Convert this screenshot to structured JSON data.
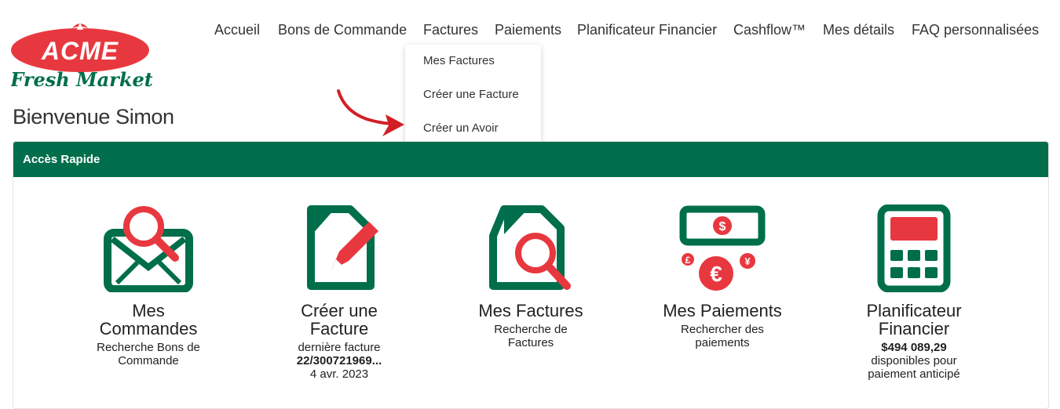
{
  "brand": {
    "logo_text_top": "ACME",
    "logo_text_bottom": "Fresh Market",
    "colors": {
      "red": "#e8383f",
      "green": "#006e4b"
    }
  },
  "nav": {
    "items": [
      "Accueil",
      "Bons de Commande",
      "Factures",
      "Paiements",
      "Planificateur Financier",
      "Cashflow™",
      "Mes détails",
      "FAQ personnalisées"
    ]
  },
  "dropdown": {
    "items": [
      "Mes Factures",
      "Créer une Facture",
      "Créer un Avoir"
    ]
  },
  "welcome": "Bienvenue Simon",
  "quick_access": {
    "title": "Accès Rapide",
    "tiles": [
      {
        "icon": "envelope-search-icon",
        "title_line1": "Mes",
        "title_line2": "Commandes",
        "sub_line1": "Recherche Bons de",
        "sub_line2": "Commande"
      },
      {
        "icon": "document-pencil-icon",
        "title_line1": "Créer une",
        "title_line2": "Facture",
        "sub_line1": "dernière facture",
        "bold": "22/300721969...",
        "sub_line2": "4 avr. 2023"
      },
      {
        "icon": "document-search-icon",
        "title_line1": "Mes Factures",
        "sub_line1": "Recherche de",
        "sub_line2": "Factures"
      },
      {
        "icon": "currency-icon",
        "title_line1": "Mes Paiements",
        "sub_line1": "Rechercher des",
        "sub_line2": "paiements"
      },
      {
        "icon": "calculator-icon",
        "title_line1": "Planificateur",
        "title_line2": "Financier",
        "bold": "$494 089,29",
        "sub_line1": "disponibles pour",
        "sub_line2": "paiement anticipé"
      }
    ]
  }
}
